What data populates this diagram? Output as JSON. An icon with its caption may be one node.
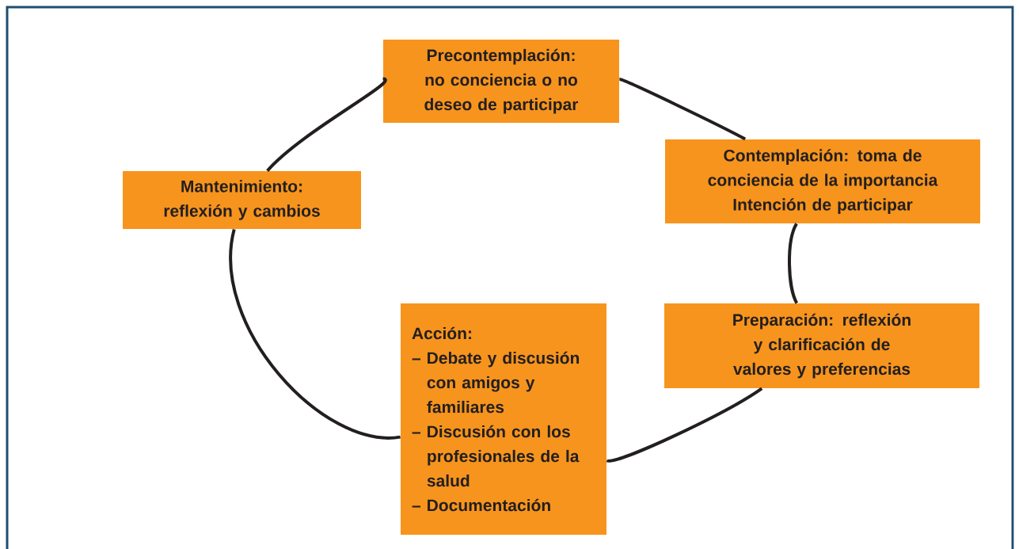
{
  "diagram": {
    "nodes": [
      {
        "text": [
          "Precontemplación: no conciencia o no deseo de participar"
        ]
      },
      {
        "text": [
          "Contemplación: toma de conciencia de la importancia",
          "Intención de participar"
        ]
      },
      {
        "text": [
          "Preparación: reflexión y clarificación de valores y preferencias"
        ]
      },
      {
        "text": [
          "Acción:",
          "– Debate y discusión con amigos y familiares",
          "– Discusión con los profesionales de la salud",
          "– Documentación"
        ]
      },
      {
        "text": [
          "Mantenimiento: reflexión y cambios"
        ]
      }
    ],
    "edges": [
      {
        "from": 0,
        "to": 1,
        "arrow": "none"
      },
      {
        "from": 1,
        "to": 2,
        "arrow": "none"
      },
      {
        "from": 2,
        "to": 3,
        "arrow": "none"
      },
      {
        "from": 3,
        "to": 4,
        "arrow": "none"
      },
      {
        "from": 4,
        "to": 0,
        "arrow": "none"
      }
    ]
  }
}
